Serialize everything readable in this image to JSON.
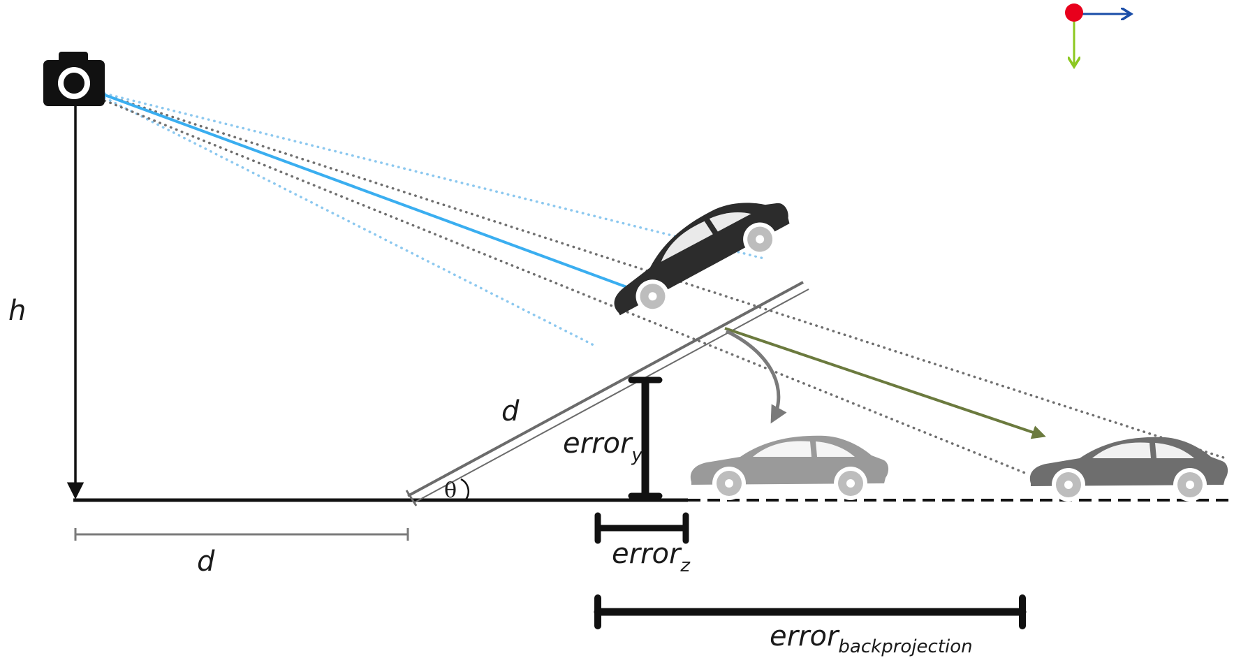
{
  "labels": {
    "height": "h",
    "distance_ground": "d",
    "distance_slope": "d",
    "angle": "θ",
    "error_y_main": "error",
    "error_y_sub": "y",
    "error_z_main": "error",
    "error_z_sub": "z",
    "error_bp_main": "error",
    "error_bp_sub": "backprojection"
  },
  "icons": {
    "camera": "camera-icon",
    "car": "car-icon",
    "axes": "coordinate-axes-icon"
  },
  "colors": {
    "ground": "#111111",
    "slope": "#6b6b6b",
    "camera_ray": "#3aaef0",
    "camera_ray_dotted": "#8cc8ef",
    "dotted_gray": "#6f6f6f",
    "backprojection_arrow": "#6b7a3e",
    "car_dark": "#2c2c2c",
    "car_light": "#9a9a9a",
    "car_mid": "#6e6e6e",
    "axis_origin": "#e8001c",
    "axis_x": "#1a4da8",
    "axis_y": "#8cc820"
  }
}
